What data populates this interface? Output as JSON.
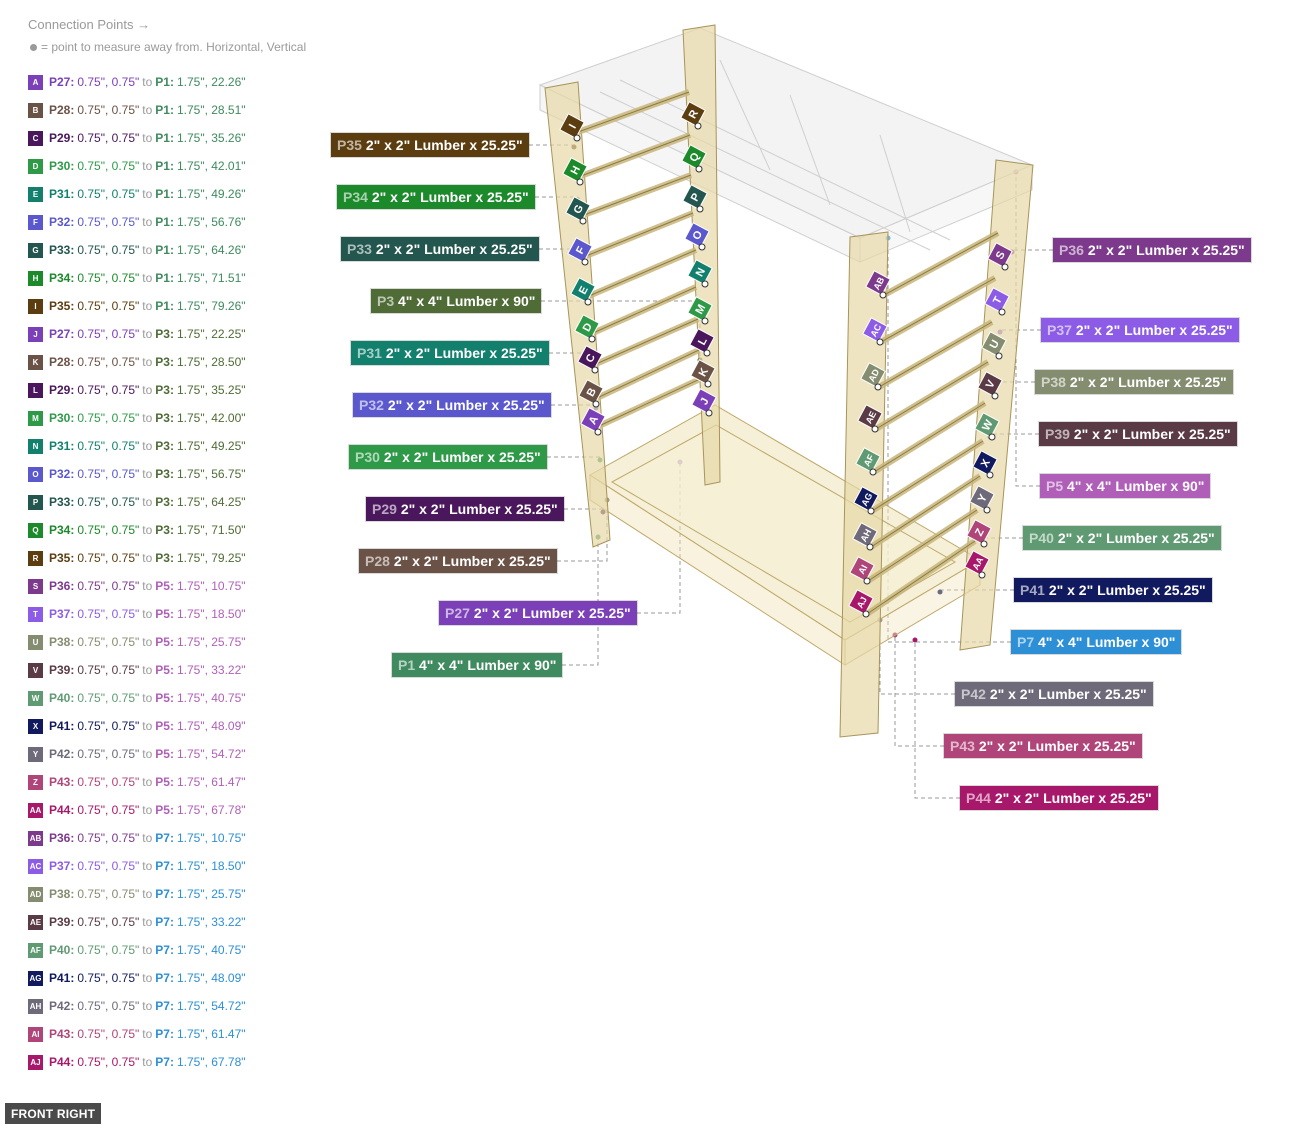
{
  "legend": {
    "title": "Connection Points →",
    "note": "= point to measure away from. Horizontal, Vertical"
  },
  "connection_points": [
    {
      "badge": "A",
      "color": "#7b3fb8",
      "part": "P27",
      "from": "0.75\", 0.75\"",
      "target": "P1",
      "target_color": "#3f8a5f",
      "to": "1.75\", 22.26\""
    },
    {
      "badge": "B",
      "color": "#6b5246",
      "part": "P28",
      "from": "0.75\", 0.75\"",
      "target": "P1",
      "target_color": "#3f8a5f",
      "to": "1.75\", 28.51\""
    },
    {
      "badge": "C",
      "color": "#4a165c",
      "part": "P29",
      "from": "0.75\", 0.75\"",
      "target": "P1",
      "target_color": "#3f8a5f",
      "to": "1.75\", 35.26\""
    },
    {
      "badge": "D",
      "color": "#2e9a48",
      "part": "P30",
      "from": "0.75\", 0.75\"",
      "target": "P1",
      "target_color": "#3f8a5f",
      "to": "1.75\", 42.01\""
    },
    {
      "badge": "E",
      "color": "#13806e",
      "part": "P31",
      "from": "0.75\", 0.75\"",
      "target": "P1",
      "target_color": "#3f8a5f",
      "to": "1.75\", 49.26\""
    },
    {
      "badge": "F",
      "color": "#5a58cc",
      "part": "P32",
      "from": "0.75\", 0.75\"",
      "target": "P1",
      "target_color": "#3f8a5f",
      "to": "1.75\", 56.76\""
    },
    {
      "badge": "G",
      "color": "#22564e",
      "part": "P33",
      "from": "0.75\", 0.75\"",
      "target": "P1",
      "target_color": "#3f8a5f",
      "to": "1.75\", 64.26\""
    },
    {
      "badge": "H",
      "color": "#1c8a2a",
      "part": "P34",
      "from": "0.75\", 0.75\"",
      "target": "P1",
      "target_color": "#3f8a5f",
      "to": "1.75\", 71.51\""
    },
    {
      "badge": "I",
      "color": "#5c3d10",
      "part": "P35",
      "from": "0.75\", 0.75\"",
      "target": "P1",
      "target_color": "#3f8a5f",
      "to": "1.75\", 79.26\""
    },
    {
      "badge": "J",
      "color": "#7b3fb8",
      "part": "P27",
      "from": "0.75\", 0.75\"",
      "target": "P3",
      "target_color": "#4f6b36",
      "to": "1.75\", 22.25\""
    },
    {
      "badge": "K",
      "color": "#6b5246",
      "part": "P28",
      "from": "0.75\", 0.75\"",
      "target": "P3",
      "target_color": "#4f6b36",
      "to": "1.75\", 28.50\""
    },
    {
      "badge": "L",
      "color": "#4a165c",
      "part": "P29",
      "from": "0.75\", 0.75\"",
      "target": "P3",
      "target_color": "#4f6b36",
      "to": "1.75\", 35.25\""
    },
    {
      "badge": "M",
      "color": "#2e9a48",
      "part": "P30",
      "from": "0.75\", 0.75\"",
      "target": "P3",
      "target_color": "#4f6b36",
      "to": "1.75\", 42.00\""
    },
    {
      "badge": "N",
      "color": "#13806e",
      "part": "P31",
      "from": "0.75\", 0.75\"",
      "target": "P3",
      "target_color": "#4f6b36",
      "to": "1.75\", 49.25\""
    },
    {
      "badge": "O",
      "color": "#5a58cc",
      "part": "P32",
      "from": "0.75\", 0.75\"",
      "target": "P3",
      "target_color": "#4f6b36",
      "to": "1.75\", 56.75\""
    },
    {
      "badge": "P",
      "color": "#22564e",
      "part": "P33",
      "from": "0.75\", 0.75\"",
      "target": "P3",
      "target_color": "#4f6b36",
      "to": "1.75\", 64.25\""
    },
    {
      "badge": "Q",
      "color": "#1c8a2a",
      "part": "P34",
      "from": "0.75\", 0.75\"",
      "target": "P3",
      "target_color": "#4f6b36",
      "to": "1.75\", 71.50\""
    },
    {
      "badge": "R",
      "color": "#5c3d10",
      "part": "P35",
      "from": "0.75\", 0.75\"",
      "target": "P3",
      "target_color": "#4f6b36",
      "to": "1.75\", 79.25\""
    },
    {
      "badge": "S",
      "color": "#7d3a8c",
      "part": "P36",
      "from": "0.75\", 0.75\"",
      "target": "P5",
      "target_color": "#b05fb8",
      "to": "1.75\", 10.75\""
    },
    {
      "badge": "T",
      "color": "#8c5ce6",
      "part": "P37",
      "from": "0.75\", 0.75\"",
      "target": "P5",
      "target_color": "#b05fb8",
      "to": "1.75\", 18.50\""
    },
    {
      "badge": "U",
      "color": "#858d70",
      "part": "P38",
      "from": "0.75\", 0.75\"",
      "target": "P5",
      "target_color": "#b05fb8",
      "to": "1.75\", 25.75\""
    },
    {
      "badge": "V",
      "color": "#5a3a45",
      "part": "P39",
      "from": "0.75\", 0.75\"",
      "target": "P5",
      "target_color": "#b05fb8",
      "to": "1.75\", 33.22\""
    },
    {
      "badge": "W",
      "color": "#5f9a72",
      "part": "P40",
      "from": "0.75\", 0.75\"",
      "target": "P5",
      "target_color": "#b05fb8",
      "to": "1.75\", 40.75\""
    },
    {
      "badge": "X",
      "color": "#111a5e",
      "part": "P41",
      "from": "0.75\", 0.75\"",
      "target": "P5",
      "target_color": "#b05fb8",
      "to": "1.75\", 48.09\""
    },
    {
      "badge": "Y",
      "color": "#6f6a7a",
      "part": "P42",
      "from": "0.75\", 0.75\"",
      "target": "P5",
      "target_color": "#b05fb8",
      "to": "1.75\", 54.72\""
    },
    {
      "badge": "Z",
      "color": "#b0457a",
      "part": "P43",
      "from": "0.75\", 0.75\"",
      "target": "P5",
      "target_color": "#b05fb8",
      "to": "1.75\", 61.47\""
    },
    {
      "badge": "AA",
      "color": "#a8186a",
      "part": "P44",
      "from": "0.75\", 0.75\"",
      "target": "P5",
      "target_color": "#b05fb8",
      "to": "1.75\", 67.78\""
    },
    {
      "badge": "AB",
      "color": "#7d3a8c",
      "part": "P36",
      "from": "0.75\", 0.75\"",
      "target": "P7",
      "target_color": "#2d8fd5",
      "to": "1.75\", 10.75\""
    },
    {
      "badge": "AC",
      "color": "#8c5ce6",
      "part": "P37",
      "from": "0.75\", 0.75\"",
      "target": "P7",
      "target_color": "#2d8fd5",
      "to": "1.75\", 18.50\""
    },
    {
      "badge": "AD",
      "color": "#858d70",
      "part": "P38",
      "from": "0.75\", 0.75\"",
      "target": "P7",
      "target_color": "#2d8fd5",
      "to": "1.75\", 25.75\""
    },
    {
      "badge": "AE",
      "color": "#5a3a45",
      "part": "P39",
      "from": "0.75\", 0.75\"",
      "target": "P7",
      "target_color": "#2d8fd5",
      "to": "1.75\", 33.22\""
    },
    {
      "badge": "AF",
      "color": "#5f9a72",
      "part": "P40",
      "from": "0.75\", 0.75\"",
      "target": "P7",
      "target_color": "#2d8fd5",
      "to": "1.75\", 40.75\""
    },
    {
      "badge": "AG",
      "color": "#111a5e",
      "part": "P41",
      "from": "0.75\", 0.75\"",
      "target": "P7",
      "target_color": "#2d8fd5",
      "to": "1.75\", 48.09\""
    },
    {
      "badge": "AH",
      "color": "#6f6a7a",
      "part": "P42",
      "from": "0.75\", 0.75\"",
      "target": "P7",
      "target_color": "#2d8fd5",
      "to": "1.75\", 54.72\""
    },
    {
      "badge": "AI",
      "color": "#b0457a",
      "part": "P43",
      "from": "0.75\", 0.75\"",
      "target": "P7",
      "target_color": "#2d8fd5",
      "to": "1.75\", 61.47\""
    },
    {
      "badge": "AJ",
      "color": "#a8186a",
      "part": "P44",
      "from": "0.75\", 0.75\"",
      "target": "P7",
      "target_color": "#2d8fd5",
      "to": "1.75\", 67.78\""
    }
  ],
  "callouts": [
    {
      "id": "P35",
      "desc": "2\" x 2\" Lumber x 25.25\"",
      "color": "#5c3d10"
    },
    {
      "id": "P34",
      "desc": "2\" x 2\" Lumber x 25.25\"",
      "color": "#1c8a2a"
    },
    {
      "id": "P33",
      "desc": "2\" x 2\" Lumber x 25.25\"",
      "color": "#22564e"
    },
    {
      "id": "P3",
      "desc": "4\" x 4\" Lumber x 90\"",
      "color": "#4f6b36"
    },
    {
      "id": "P31",
      "desc": "2\" x 2\" Lumber x 25.25\"",
      "color": "#13806e"
    },
    {
      "id": "P32",
      "desc": "2\" x 2\" Lumber x 25.25\"",
      "color": "#5a58cc"
    },
    {
      "id": "P30",
      "desc": "2\" x 2\" Lumber x 25.25\"",
      "color": "#2e9a48"
    },
    {
      "id": "P29",
      "desc": "2\" x 2\" Lumber x 25.25\"",
      "color": "#4a165c"
    },
    {
      "id": "P28",
      "desc": "2\" x 2\" Lumber x 25.25\"",
      "color": "#6b5246"
    },
    {
      "id": "P27",
      "desc": "2\" x 2\" Lumber x 25.25\"",
      "color": "#7b3fb8"
    },
    {
      "id": "P1",
      "desc": "4\" x 4\" Lumber x 90\"",
      "color": "#3f8a5f"
    },
    {
      "id": "P36",
      "desc": "2\" x 2\" Lumber x 25.25\"",
      "color": "#7d3a8c"
    },
    {
      "id": "P37",
      "desc": "2\" x 2\" Lumber x 25.25\"",
      "color": "#8c5ce6"
    },
    {
      "id": "P38",
      "desc": "2\" x 2\" Lumber x 25.25\"",
      "color": "#858d70"
    },
    {
      "id": "P39",
      "desc": "2\" x 2\" Lumber x 25.25\"",
      "color": "#5a3a45"
    },
    {
      "id": "P5",
      "desc": "4\" x 4\" Lumber x 90\"",
      "color": "#b05fb8"
    },
    {
      "id": "P40",
      "desc": "2\" x 2\" Lumber x 25.25\"",
      "color": "#5f9a72"
    },
    {
      "id": "P41",
      "desc": "2\" x 2\" Lumber x 25.25\"",
      "color": "#111a5e"
    },
    {
      "id": "P7",
      "desc": "4\" x 4\" Lumber x 90\"",
      "color": "#2d8fd5"
    },
    {
      "id": "P42",
      "desc": "2\" x 2\" Lumber x 25.25\"",
      "color": "#6f6a7a"
    },
    {
      "id": "P43",
      "desc": "2\" x 2\" Lumber x 25.25\"",
      "color": "#b0457a"
    },
    {
      "id": "P44",
      "desc": "2\" x 2\" Lumber x 25.25\"",
      "color": "#a8186a"
    }
  ],
  "view_label": "FRONT RIGHT"
}
